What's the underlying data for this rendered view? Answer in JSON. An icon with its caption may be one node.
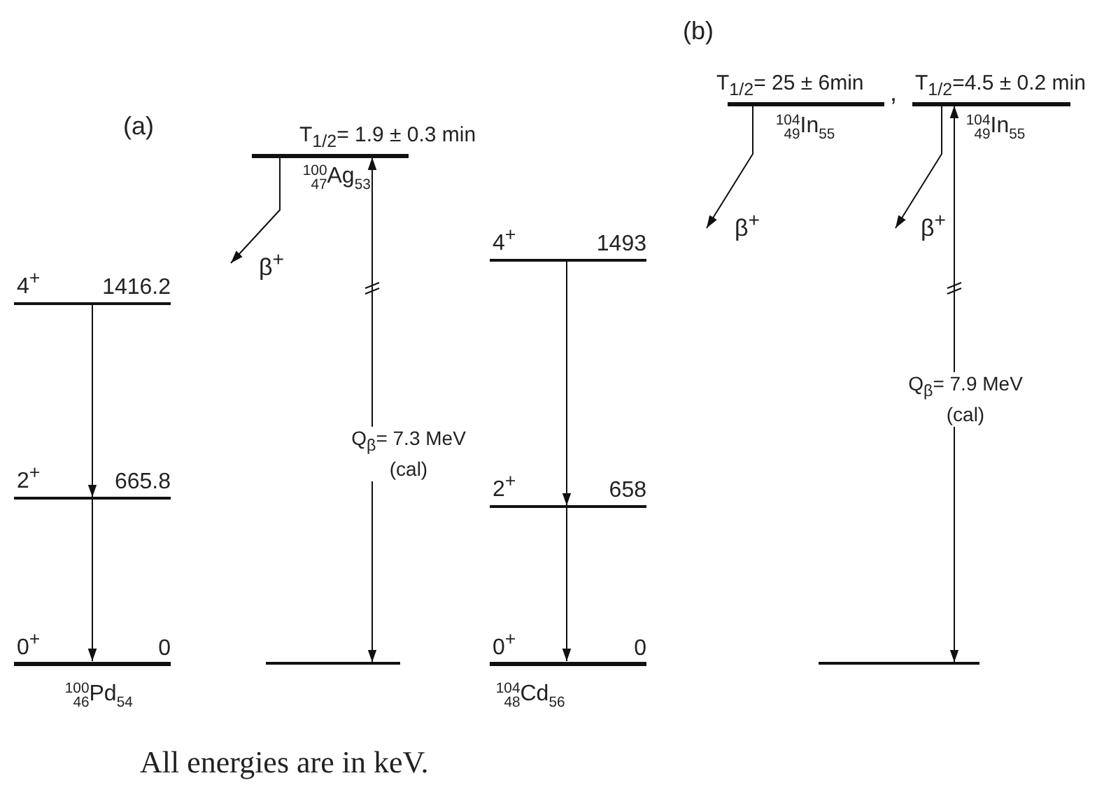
{
  "diagram": {
    "caption": "All energies are in keV.",
    "nodes": [
      {
        "text": [
          "4$^{+}$",
          "1416.2"
        ]
      },
      {
        "text": [
          "2$^{+}$",
          "665.8"
        ]
      },
      {
        "text": [
          "0$^{+}$",
          "0"
        ],
        "beside": [
          "$^{100}$$_{46}$Pd$_{54}$"
        ]
      },
      {
        "text": [
          "T$_{1/2}$= 1.9 ± 0.3 min"
        ],
        "beside": [
          "$^{100}$$_{47}$Ag$_{53}$"
        ]
      },
      {
        "text": [],
        "shape": "bar"
      },
      {
        "text": [
          "4$^{+}$",
          "1493"
        ]
      },
      {
        "text": [
          "2$^{+}$",
          "658"
        ]
      },
      {
        "text": [
          "0$^{+}$",
          "0"
        ],
        "beside": [
          "$^{104}$$_{48}$Cd$_{56}$"
        ]
      },
      {
        "text": [
          "T$_{1/2}$= 25 ± 6min"
        ],
        "beside": [
          "$^{104}$$_{49}$In$_{55}$"
        ]
      },
      {
        "text": [
          "T$_{1/2}$=4.5 ± 0.2 min"
        ],
        "beside": [
          "$^{104}$$_{49}$In$_{55}$"
        ]
      },
      {
        "text": [],
        "shape": "bar"
      }
    ],
    "edges": [
      {
        "from": 0,
        "to": 1,
        "arrow": "to"
      },
      {
        "from": 1,
        "to": 2,
        "arrow": "to"
      },
      {
        "from": 3,
        "to": null,
        "arrow": "to",
        "label": "β$^{+}$"
      },
      {
        "from": 4,
        "to": 3,
        "arrow": "both",
        "label": "Q$_{β}$= 7.3 MeV (cal)"
      },
      {
        "from": 5,
        "to": 6,
        "arrow": "to"
      },
      {
        "from": 6,
        "to": 7,
        "arrow": "to"
      },
      {
        "from": 8,
        "to": null,
        "arrow": "to",
        "label": "β$^{+}$"
      },
      {
        "from": 9,
        "to": null,
        "arrow": "to",
        "label": "β$^{+}$"
      },
      {
        "from": 10,
        "to": 9,
        "arrow": "both",
        "label": "Q$_{β}$= 7.9 MeV (cal)"
      }
    ],
    "labels": [
      "(a)",
      "(b)",
      ","
    ]
  }
}
